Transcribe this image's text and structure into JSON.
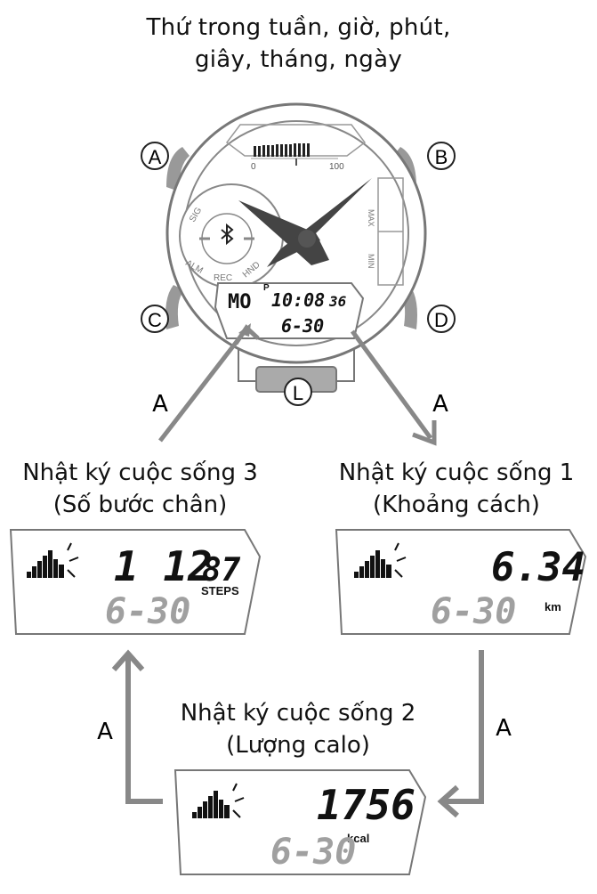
{
  "header": {
    "line1": "Thứ trong tuần, giờ, phút,",
    "line2": "giây, tháng, ngày"
  },
  "watch": {
    "buttons": {
      "a": "A",
      "b": "B",
      "c": "C",
      "d": "D",
      "l": "L"
    },
    "scale": {
      "min": "0",
      "max": "100"
    },
    "bezel_labels": {
      "sig": "SIG",
      "alm": "ALM",
      "rec": "REC",
      "hnd": "HND",
      "max": "MAX",
      "min": "MIN"
    },
    "bluetooth_icon": "bluetooth-icon",
    "display": {
      "day": "MO",
      "pm": "P",
      "time": "10:08",
      "seconds": "36",
      "date": "6-30"
    }
  },
  "arrows": {
    "a_left": "A",
    "a_right": "A",
    "a_bottom_left": "A",
    "a_bottom_right": "A"
  },
  "log3": {
    "title1": "Nhật ký cuộc sống 3",
    "title2": "(Số bước chân)",
    "value_main": "1 12",
    "value_small": "87",
    "unit": "STEPS",
    "date": "6-30"
  },
  "log1": {
    "title1": "Nhật ký cuộc sống 1",
    "title2": "(Khoảng cách)",
    "value": "6.34",
    "unit": "km",
    "date": "6-30"
  },
  "log2": {
    "title1": "Nhật ký cuộc sống 2",
    "title2": "(Lượng calo)",
    "value": "1756",
    "unit": "kcal",
    "date": "6-30"
  },
  "colors": {
    "accent_gray": "#8a8a8a",
    "dark": "#111111",
    "light_digit": "#a0a0a0"
  }
}
